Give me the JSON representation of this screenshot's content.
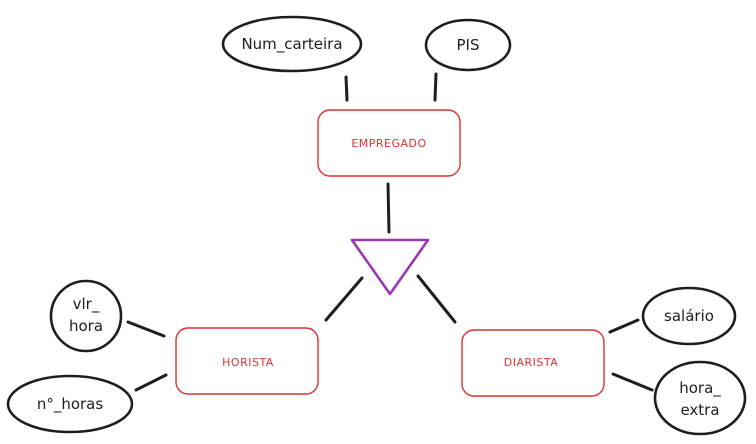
{
  "entities": {
    "empregado": "EMPREGADO",
    "horista": "HORISTA",
    "diarista": "DIARISTA"
  },
  "attributes": {
    "num_carteira": "Num_carteira",
    "pis": "PIS",
    "vlr_hora_1": "vlr_",
    "vlr_hora_2": "hora",
    "n_horas": "n°_horas",
    "salario": "salário",
    "hora_extra_1": "hora_",
    "hora_extra_2": "extra"
  },
  "colors": {
    "entity": "#e03131",
    "specialization": "#9c36b5",
    "stroke": "#1e1e1e"
  }
}
